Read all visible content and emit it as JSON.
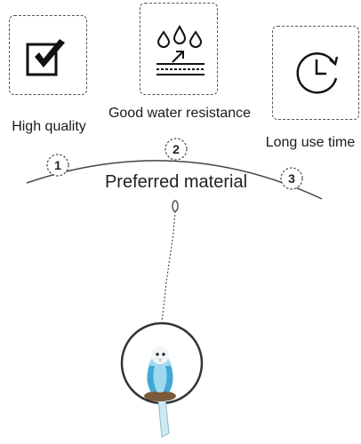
{
  "features": [
    {
      "label": "High quality",
      "icon": "checkbox-check-icon"
    },
    {
      "label": "Good water resistance",
      "icon": "water-resistance-icon"
    },
    {
      "label": "Long use time",
      "icon": "clock-icon"
    }
  ],
  "arc": {
    "title": "Preferred material",
    "markers": [
      "1",
      "2",
      "3"
    ]
  },
  "product": {
    "icon": "parakeet-ring-ornament-icon",
    "bird_color": "#9fd9ef",
    "accent_color": "#3fa8d6"
  }
}
